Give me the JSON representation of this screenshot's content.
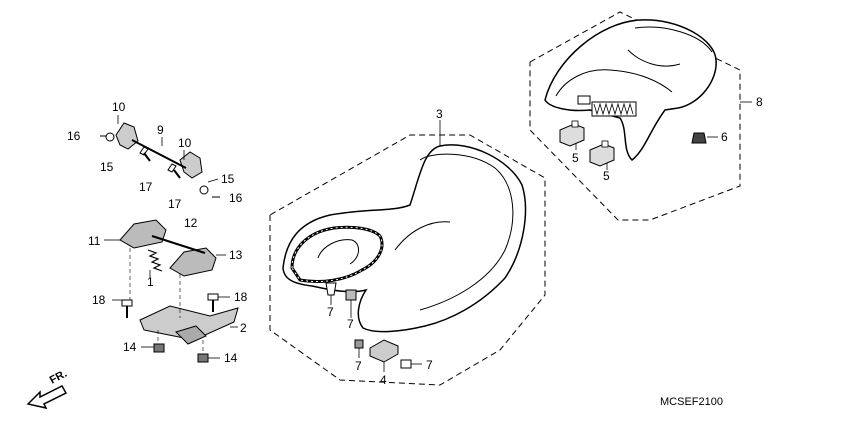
{
  "diagram_code": "MCSEF2100",
  "direction_label": "FR.",
  "callouts": [
    "1",
    "2",
    "3",
    "4",
    "5",
    "5",
    "6",
    "7",
    "7",
    "7",
    "7",
    "8",
    "9",
    "10",
    "10",
    "11",
    "12",
    "13",
    "14",
    "14",
    "15",
    "15",
    "16",
    "16",
    "17",
    "17",
    "18",
    "18"
  ]
}
